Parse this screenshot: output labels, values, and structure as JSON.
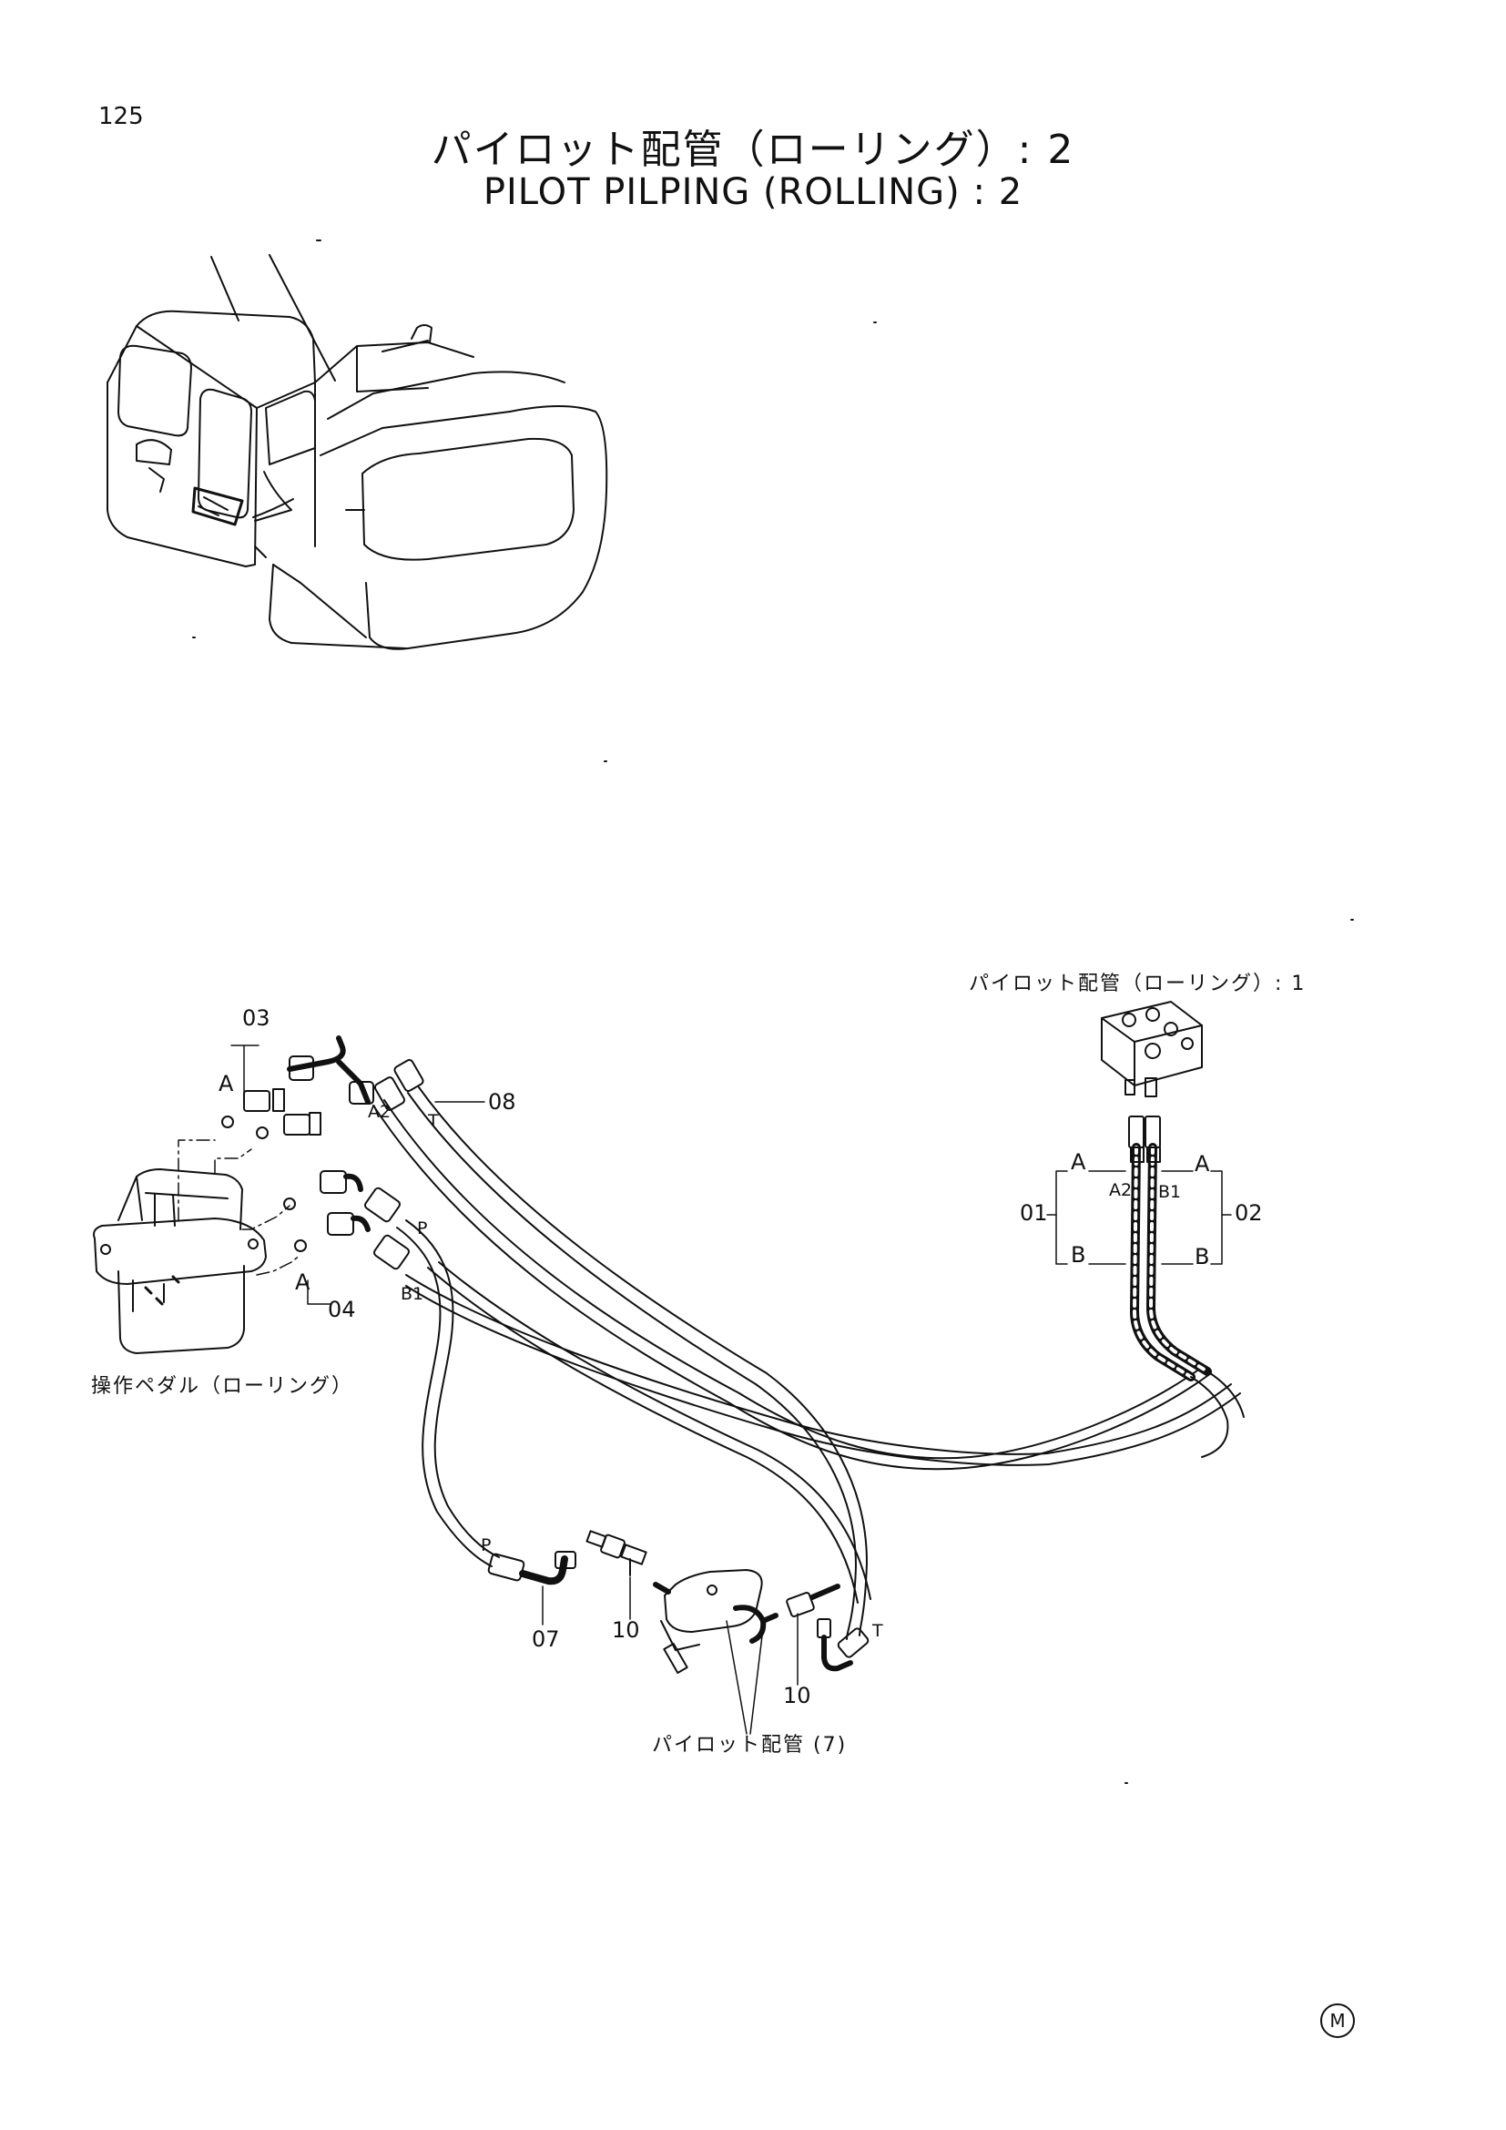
{
  "page_number": "125",
  "title_jp": "パイロット配管（ローリング）: 2",
  "title_en": "PILOT PILPING (ROLLING) : 2",
  "callouts": {
    "p01": "01",
    "p02": "02",
    "p03": "03",
    "p04": "04",
    "p07": "07",
    "p08": "08",
    "p10a": "10",
    "p10b": "10"
  },
  "port_labels": {
    "a_03": "A",
    "a_04": "A",
    "a2_left": "A2",
    "t_top": "T",
    "p_mid": "P",
    "b1_left": "B1",
    "p_low": "P",
    "t_low": "T",
    "a_01": "A",
    "b_01": "B",
    "a2_right": "A2",
    "b1_right": "B1",
    "a_02": "A",
    "b_02": "B"
  },
  "reference_labels": {
    "pilot_piping_1": "パイロット配管（ローリング）: 1",
    "pedal": "操作ペダル（ローリング）",
    "pilot_piping_7": "パイロット配管 (7)"
  },
  "corner_mark": "M"
}
